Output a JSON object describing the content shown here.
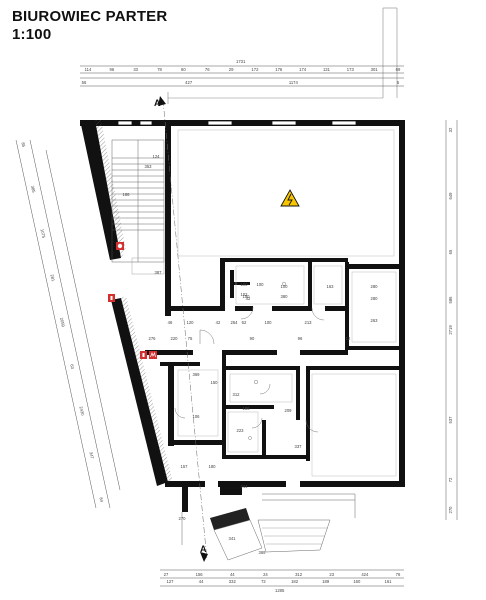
{
  "title": {
    "line1": "BIUROWIEC PARTER",
    "line2": "1:100"
  },
  "section_marker": "A",
  "top_dims": {
    "row1": [
      "114",
      "96",
      "33",
      "78",
      "60",
      "76",
      "29",
      "172",
      "176",
      "174",
      "131",
      "173",
      "301",
      "69"
    ],
    "row1_total": "1731",
    "row2": [
      "56",
      "427",
      "1174",
      "5"
    ]
  },
  "bottom_dims": {
    "row1": [
      "27",
      "156",
      "44",
      "24",
      "312",
      "23",
      "424",
      "76"
    ],
    "row2": [
      "127",
      "44",
      "332",
      "72",
      "182",
      "189",
      "160",
      "161"
    ],
    "row2_total": "1285"
  },
  "right_dims": [
    "32",
    "649",
    "65",
    "586",
    "2719",
    "537",
    "72",
    "270"
  ],
  "left_dims": [
    "85",
    "385",
    "1075",
    "281",
    "2059",
    "63",
    "2430",
    "347",
    "84"
  ],
  "interior_dims": [
    "124",
    "353",
    "186",
    "387",
    "100",
    "150",
    "100",
    "100",
    "380",
    "163",
    "280",
    "263",
    "254",
    "42",
    "62",
    "100",
    "213",
    "46",
    "120",
    "220",
    "276",
    "369",
    "12",
    "75",
    "223",
    "186",
    "209",
    "337",
    "157",
    "180",
    "244",
    "341",
    "369",
    "270",
    "102",
    "42",
    "96",
    "90",
    "150",
    "280",
    "106",
    "312"
  ],
  "hazard_icon": "electric-hazard-icon",
  "colors": {
    "wall": "#111111",
    "hatch": "#555555",
    "line": "#444444",
    "room_line": "#bbbbbb",
    "hydrant": "#d32f2f",
    "hazard": "#f7c600"
  }
}
